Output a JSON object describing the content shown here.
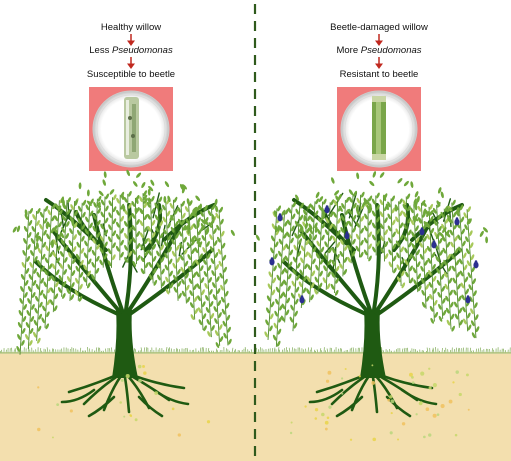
{
  "left": {
    "line1": "Healthy willow",
    "line2_prefix": "Less ",
    "line2_italic": "Pseudomonas",
    "line3": "Susceptible to beetle"
  },
  "right": {
    "line1": "Beetle-damaged willow",
    "line2_prefix": "More ",
    "line2_italic": "Pseudomonas",
    "line3": "Resistant to beetle"
  },
  "colors": {
    "arrow": "#c0281f",
    "soil": "#f3dfae",
    "trunk": "#1f5a12",
    "leaf": "#6fa83a",
    "divider": "#2f5a1c",
    "dish_bg": "#f07b7b",
    "beetle": "#2b2f8f"
  },
  "icons": {
    "arrow": "down-arrow-icon",
    "dish": "petri-dish-icon",
    "tree": "willow-tree-icon",
    "beetle": "beetle-icon"
  }
}
